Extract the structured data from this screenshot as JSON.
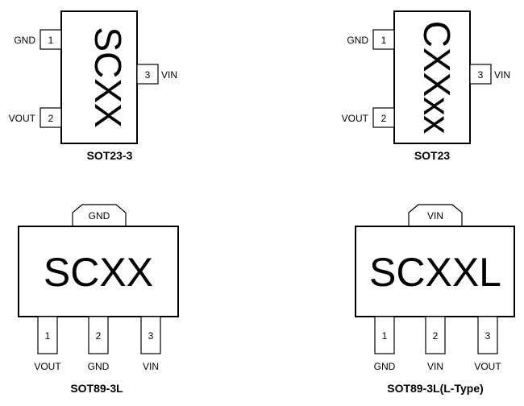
{
  "packages": [
    {
      "name": "SOT23-3",
      "marking": "SCXX",
      "pins": [
        {
          "num": "1",
          "label": "GND"
        },
        {
          "num": "2",
          "label": "VOUT"
        },
        {
          "num": "3",
          "label": "VIN"
        }
      ]
    },
    {
      "name": "SOT23",
      "marking": "CXXxx",
      "pins": [
        {
          "num": "1",
          "label": "GND"
        },
        {
          "num": "2",
          "label": "VOUT"
        },
        {
          "num": "3",
          "label": "VIN"
        }
      ]
    },
    {
      "name": "SOT89-3L",
      "marking": "SCXX",
      "tab": "GND",
      "pins": [
        {
          "num": "1",
          "label": "VOUT"
        },
        {
          "num": "2",
          "label": "GND"
        },
        {
          "num": "3",
          "label": "VIN"
        }
      ]
    },
    {
      "name": "SOT89-3L(L-Type)",
      "marking": "SCXXL",
      "tab": "VIN",
      "pins": [
        {
          "num": "1",
          "label": "GND"
        },
        {
          "num": "2",
          "label": "VIN"
        },
        {
          "num": "3",
          "label": "VOUT"
        }
      ]
    }
  ]
}
